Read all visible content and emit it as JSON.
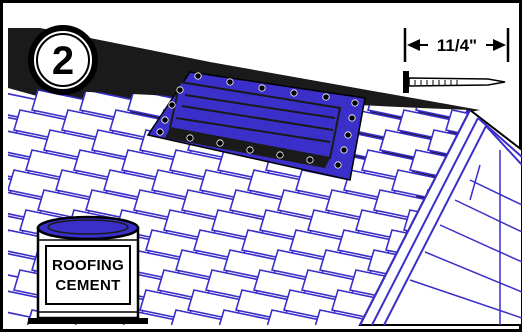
{
  "step": {
    "number": "2"
  },
  "measurement": {
    "label": "11/4\""
  },
  "can": {
    "line1": "ROOFING",
    "line2": "CEMENT"
  },
  "colors": {
    "ink": "#000000",
    "roof_dark": "#1a1a1a",
    "accent_blue": "#3b2fc9",
    "shingle_white": "#ffffff",
    "background": "#ffffff"
  }
}
